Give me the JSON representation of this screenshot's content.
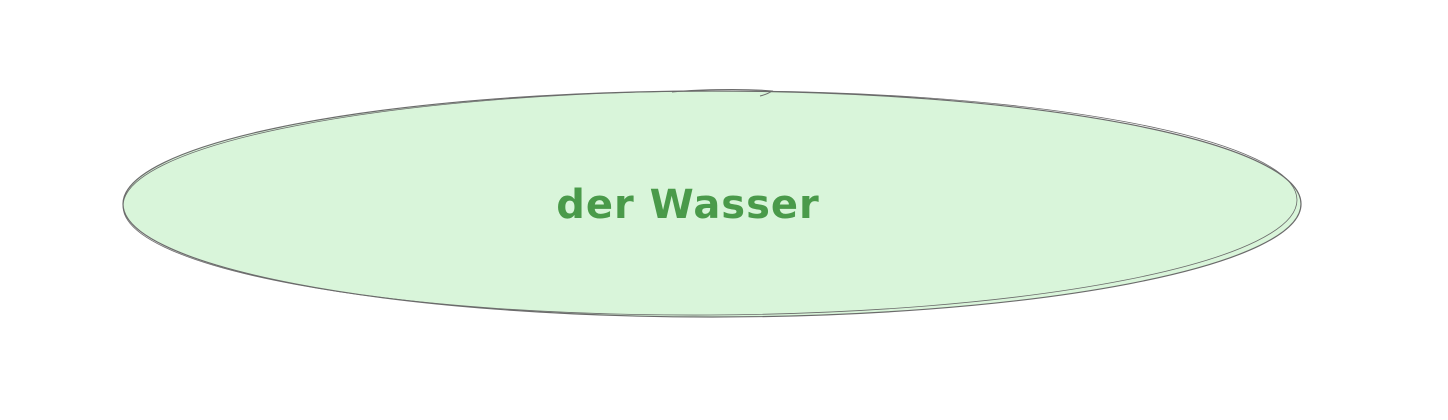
{
  "diagram": {
    "nodes": [
      {
        "id": "node-der-wasser",
        "shape": "ellipse",
        "label": "der Wasser",
        "fill": "#d9f5da",
        "stroke": "#6b6b6b",
        "text_color": "#4a9a4a"
      }
    ]
  }
}
